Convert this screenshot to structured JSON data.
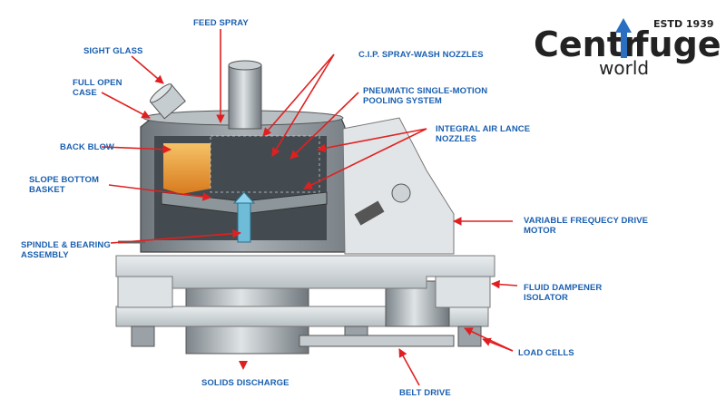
{
  "colors": {
    "label": "#1a5fb0",
    "arrow": "#e02020",
    "machine_gray": "#8f979c",
    "machine_light": "#d6dcdf",
    "logo_blue": "#2a6fc0"
  },
  "labels": {
    "feed_spray": "FEED SPRAY",
    "sight_glass": "SIGHT GLASS",
    "full_open_case": "FULL OPEN\nCASE",
    "back_blow": "BACK BLOW",
    "slope_bottom_basket": "SLOPE BOTTOM\nBASKET",
    "spindle_bearing": "SPINDLE & BEARING\nASSEMBLY",
    "cip_nozzles": "C.I.P. SPRAY-WASH NOZZLES",
    "pneumatic": "PNEUMATIC SINGLE-MOTION\nPOOLING SYSTEM",
    "air_lance": "INTEGRAL AIR LANCE\nNOZZLES",
    "vfd_motor": "VARIABLE FREQUECY DRIVE\nMOTOR",
    "fluid_dampener": "FLUID DAMPENER\nISOLATOR",
    "load_cells": "LOAD CELLS",
    "solids_discharge": "SOLIDS DISCHARGE",
    "belt_drive": "BELT DRIVE"
  },
  "logo": {
    "word_part1": "Centr",
    "word_part2": "fuge",
    "word_sub": "world",
    "est": "ESTD 1939",
    "icon": "up-arrow-icon"
  }
}
